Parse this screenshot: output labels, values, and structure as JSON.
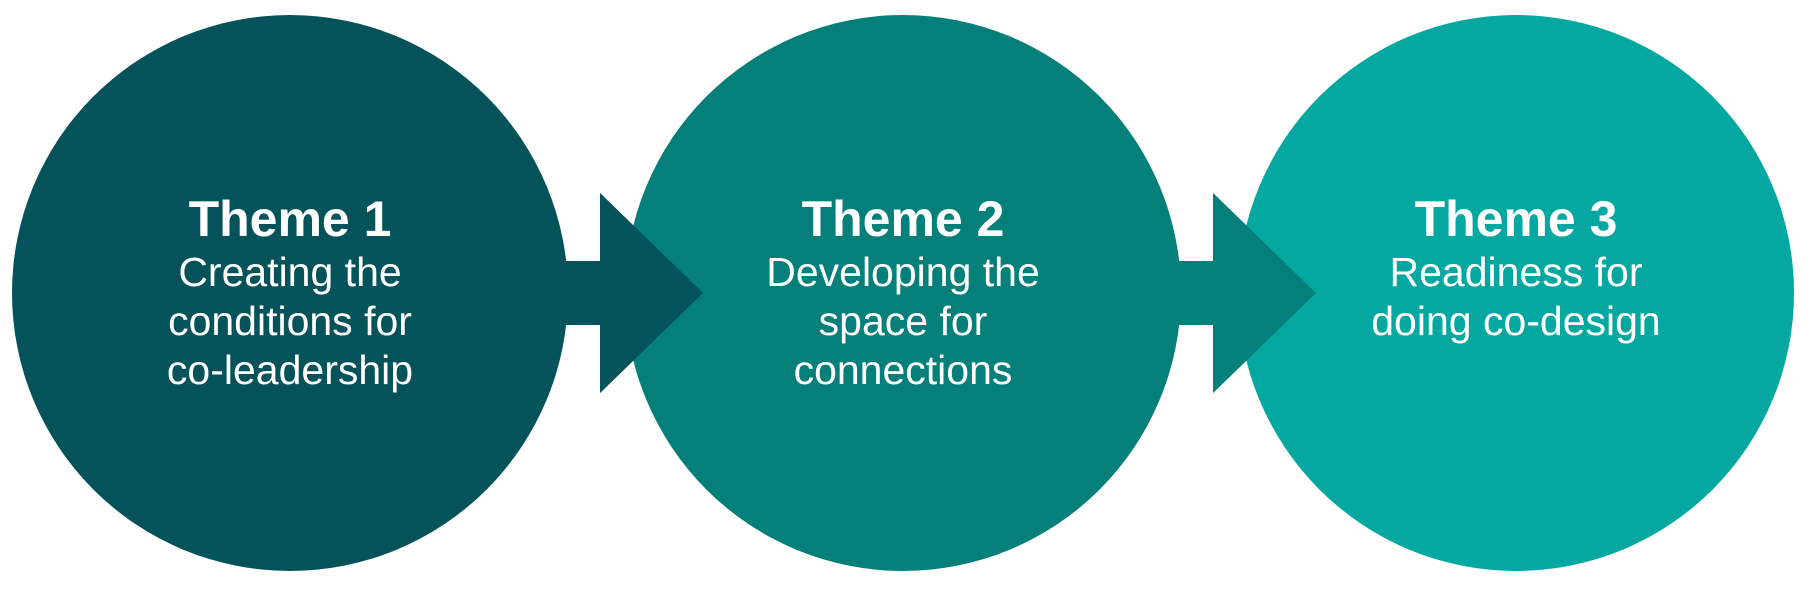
{
  "diagram": {
    "colors": {
      "circle_1": "#04535a",
      "circle_2": "#057f7a",
      "circle_3": "#04a8a1",
      "arrow_1": "#04535a",
      "arrow_2": "#057f7a",
      "text": "#ffffff"
    },
    "themes": [
      {
        "title": "Theme 1",
        "lines": [
          "Creating the",
          "conditions for",
          "co-leadership"
        ]
      },
      {
        "title": "Theme 2",
        "lines": [
          "Developing the",
          "space for",
          "connections"
        ]
      },
      {
        "title": "Theme 3",
        "lines": [
          "Readiness for",
          "doing co-design"
        ]
      }
    ]
  }
}
